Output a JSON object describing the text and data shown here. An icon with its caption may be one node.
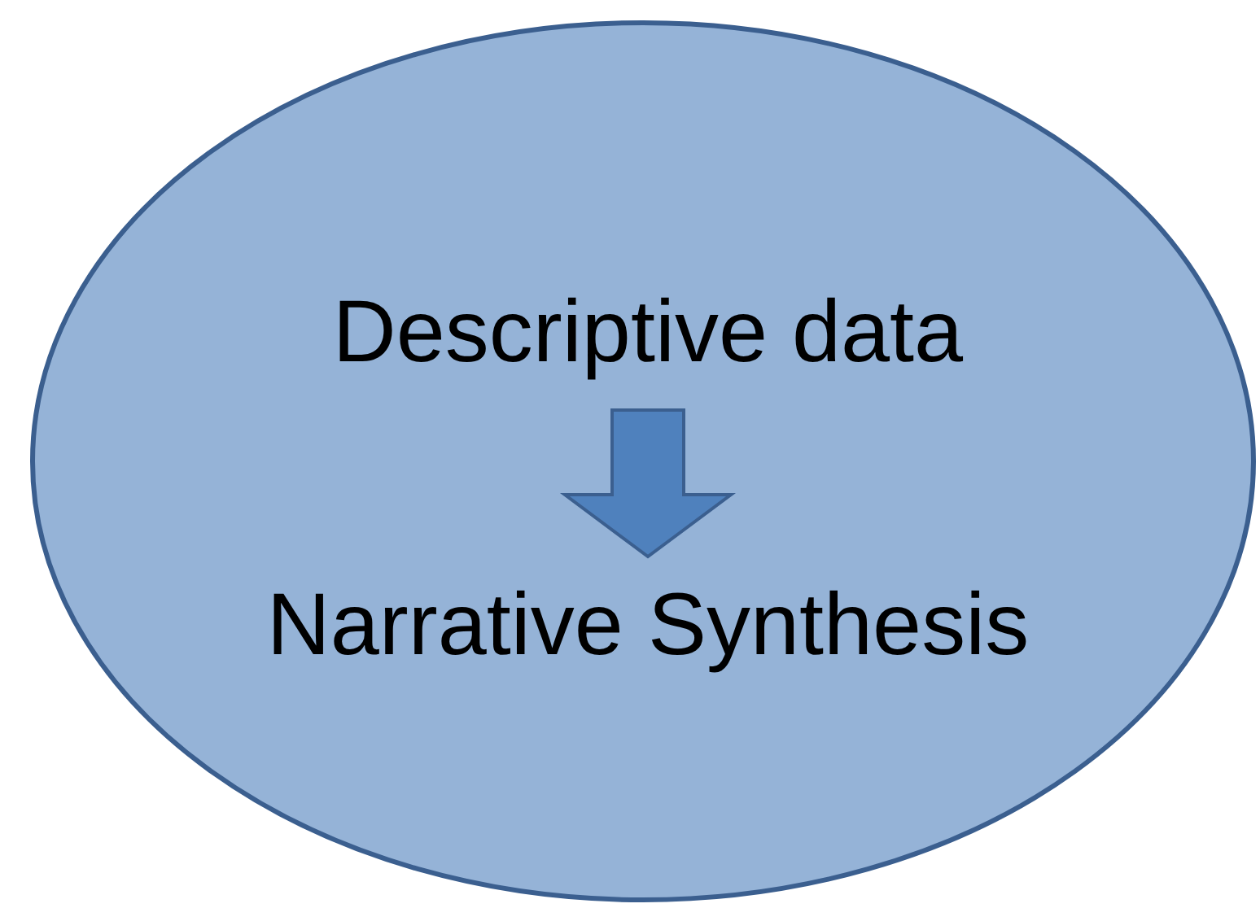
{
  "diagram": {
    "nodes": [
      {
        "text": [],
        "shape": "ellipse"
      },
      {
        "text": [
          "Descriptive data"
        ],
        "in": 0
      },
      {
        "text": [
          "Narrative Synthesis"
        ],
        "in": 0
      }
    ],
    "edges": [
      {
        "from": 1,
        "to": 2,
        "arrow": "to"
      }
    ]
  }
}
